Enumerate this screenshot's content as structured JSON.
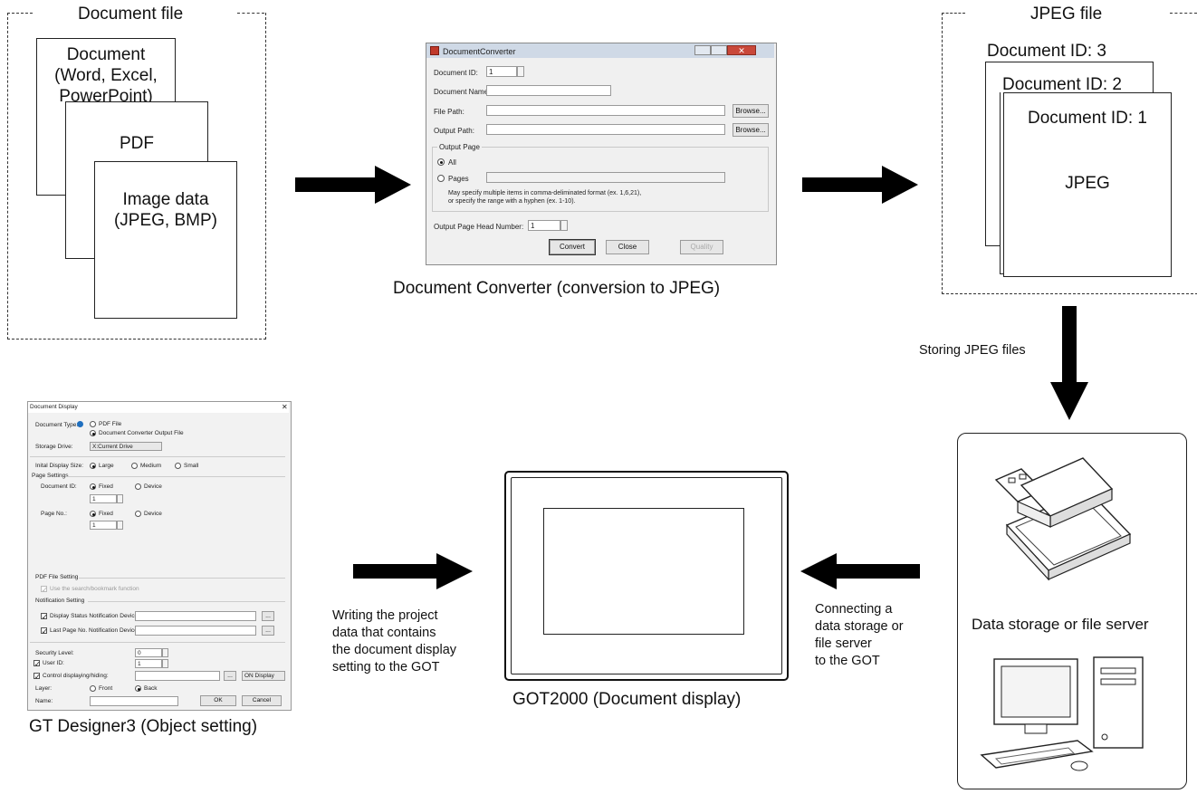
{
  "document_file": {
    "title": "Document file",
    "doc_label": "Document\n(Word, Excel,\nPowerPoint)",
    "pdf_label": "PDF",
    "image_label": "Image data\n(JPEG, BMP)"
  },
  "converter": {
    "caption": "Document Converter (conversion to JPEG)",
    "window_title": "DocumentConverter",
    "document_id_label": "Document ID:",
    "document_id_value": "1",
    "document_name_label": "Document Name:",
    "file_path_label": "File Path:",
    "output_path_label": "Output Path:",
    "browse_label": "Browse...",
    "output_page_group": "Output Page",
    "all_label": "All",
    "pages_label": "Pages",
    "hint_line1": "May specify multiple items in comma-deliminated format (ex. 1,6,21),",
    "hint_line2": "or specify the range with a hyphen (ex. 1-10).",
    "head_number_label": "Output Page Head Number:",
    "head_number_value": "1",
    "convert_label": "Convert",
    "close_label": "Close",
    "quality_label": "Quality"
  },
  "jpeg_file": {
    "title": "JPEG file",
    "id3": "Document ID: 3",
    "id2": "Document ID: 2",
    "id1": "Document ID: 1",
    "content": "JPEG"
  },
  "storing_label": "Storing JPEG files",
  "storage": {
    "caption": "Data storage or file server"
  },
  "got": {
    "caption": "GOT2000 (Document display)"
  },
  "connecting_label": "Connecting a\ndata storage or\nfile server\nto the GOT",
  "writing_label": "Writing the project\ndata that contains\nthe document display\nsetting to the GOT",
  "designer": {
    "caption": "GT Designer3 (Object setting)",
    "window_title": "Document Display",
    "document_type_label": "Document Type:",
    "pdf_file": "PDF File",
    "converter_output": "Document Converter Output File",
    "storage_drive_label": "Storage Drive:",
    "storage_drive_value": "X:Current Drive",
    "initial_size_label": "Inital Display Size:",
    "large": "Large",
    "medium": "Medium",
    "small": "Small",
    "page_settings": "Page Settings",
    "document_id_label": "Document ID:",
    "fixed": "Fixed",
    "device": "Device",
    "doc_id_value": "1",
    "page_no_label": "Page No.:",
    "page_no_value": "1",
    "pdf_setting": "PDF File Setting",
    "search_bookmark": "Use the search/bookmark function",
    "notification_setting": "Notification Setting",
    "display_status": "Display Status Notification Device:",
    "last_page": "Last Page No. Notification Device:",
    "security_level_label": "Security Level:",
    "security_level_value": "0",
    "user_id_label": "User ID:",
    "user_id_value": "1",
    "control_label": "Control displaying/hiding:",
    "on_display": "ON Display",
    "layer_label": "Layer:",
    "front": "Front",
    "back": "Back",
    "name_label": "Name:",
    "ok_label": "OK",
    "cancel_label": "Cancel",
    "ellipsis": "..."
  }
}
